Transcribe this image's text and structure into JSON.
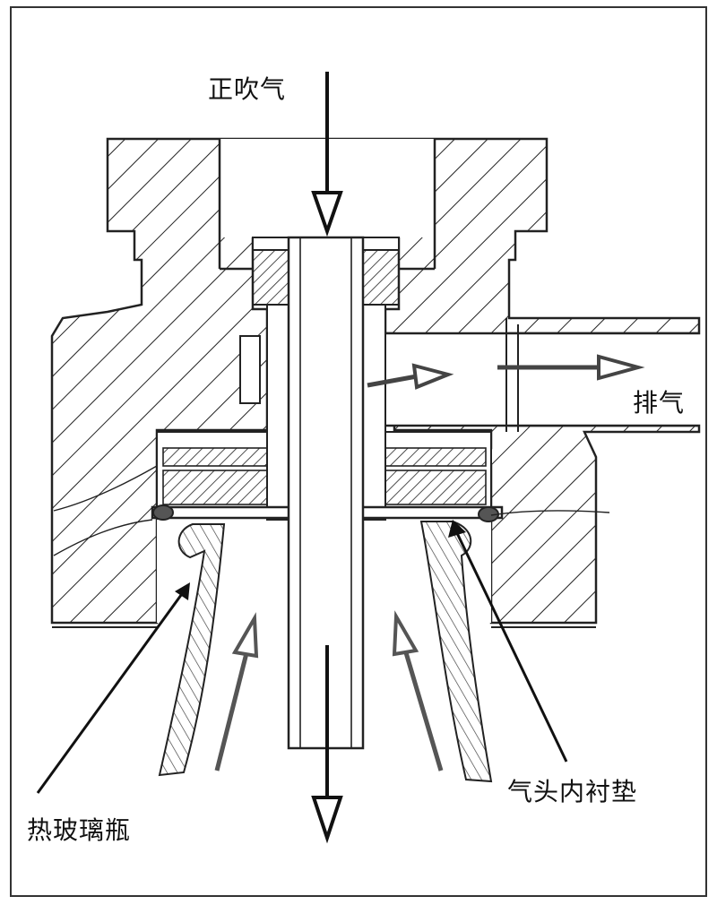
{
  "labels": {
    "positive_blow": "正吹气",
    "exhaust": "排气",
    "hot_glass_bottle": "热玻璃瓶",
    "head_liner": "气头内衬垫"
  }
}
